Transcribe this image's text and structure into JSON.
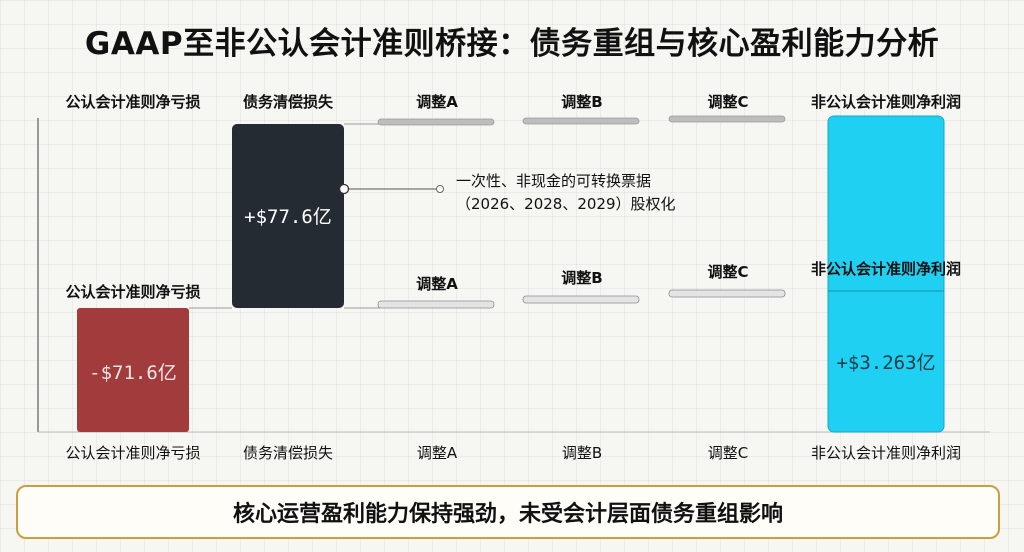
{
  "title": "GAAP至非公认会计准则桥接：债务重组与核心盈利能力分析",
  "footer": "核心运营盈利能力保持强劲，未受会计层面债务重组影响",
  "chart_data": {
    "type": "bar",
    "subtype": "waterfall",
    "categories": [
      "公认会计准则净亏损",
      "债务清偿损失",
      "调整A",
      "调整B",
      "调整C",
      "非公认会计准则净利润"
    ],
    "top_labels": [
      "公认会计准则净亏损",
      "债务清偿损失",
      "调整A",
      "调整B",
      "调整C",
      "非公认会计准则净利润"
    ],
    "mid_labels": [
      "公认会计准则净亏损",
      "调整A",
      "调整B",
      "调整C",
      "非公认会计准则净利润"
    ],
    "values": [
      -71.6,
      77.6,
      null,
      null,
      null,
      3.263
    ],
    "value_labels": [
      "-$71.6亿",
      "+$77.6亿",
      "",
      "",
      "",
      "+$3.263亿"
    ],
    "annotation": [
      "一次性、非现金的可转换票据",
      "（2026、2028、2029）股权化"
    ],
    "colors": {
      "loss": "#a23b3b",
      "debt": "#252b32",
      "profit": "#1fd0f2",
      "adjust": "#bdbdbd"
    }
  }
}
